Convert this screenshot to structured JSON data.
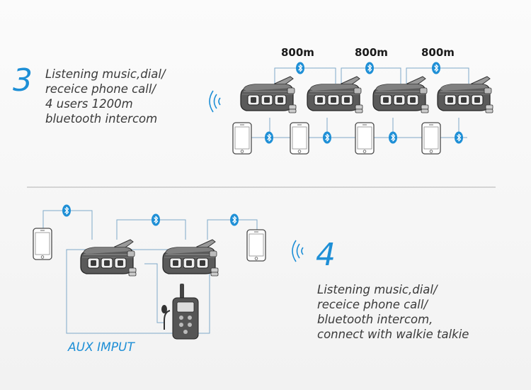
{
  "section_top": {
    "number": "3",
    "description": [
      "Listening music,dial/",
      "receice phone call/",
      "4 users 1200m",
      "bluetooth intercom"
    ],
    "distance_labels": [
      "800m",
      "800m",
      "800m"
    ]
  },
  "section_bottom": {
    "number": "4",
    "description": [
      "Listening music,dial/",
      "receice phone call/",
      "bluetooth intercom,",
      "connect with walkie talkie"
    ],
    "aux_label": "AUX IMPUT"
  },
  "colors": {
    "accent": "#1e8fd6",
    "line": "#7fa9c9",
    "device": "#3a3a3a",
    "divider": "#c8c8c8"
  }
}
